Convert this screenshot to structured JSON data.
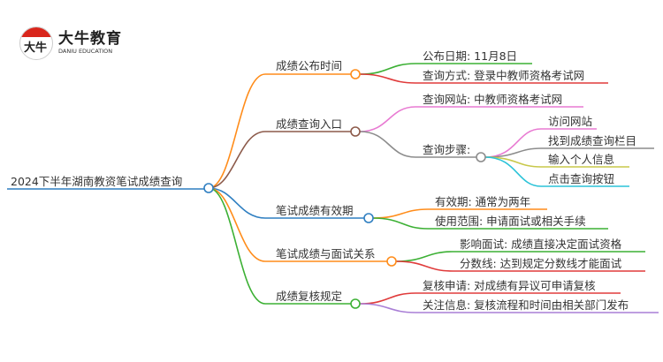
{
  "logo": {
    "glyph": "大牛",
    "name_cn": "大牛教育",
    "name_en": "DANIU EDUCATION"
  },
  "root": {
    "label": "2024下半年湖南教资笔试成绩查询",
    "color": "#2f7fc1"
  },
  "branches": [
    {
      "label": "成绩公布时间",
      "color": "#ff8c1a",
      "children": [
        {
          "label": "公布日期: 11月8日",
          "color": "#3cb034"
        },
        {
          "label": "查询方式: 登录中教师资格考试网",
          "color": "#e03b3b"
        }
      ]
    },
    {
      "label": "成绩查询入口",
      "color": "#8c5a4a",
      "children": [
        {
          "label": "查询网站: 中教师资格考试网",
          "color": "#e87ad2"
        },
        {
          "label": "查询步骤:",
          "color": "#8c8c8c",
          "children": [
            {
              "label": "访问网站",
              "color": "#e87ad2"
            },
            {
              "label": "找到成绩查询栏目",
              "color": "#8c8c8c"
            },
            {
              "label": "输入个人信息",
              "color": "#c8c84a"
            },
            {
              "label": "点击查询按钮",
              "color": "#2bc3d8"
            }
          ]
        }
      ]
    },
    {
      "label": "笔试成绩有效期",
      "color": "#2f7fc1",
      "children": [
        {
          "label": "有效期: 通常为两年",
          "color": "#ff8c1a"
        },
        {
          "label": "使用范围: 申请面试或相关手续",
          "color": "#3cb034"
        }
      ]
    },
    {
      "label": "笔试成绩与面试关系",
      "color": "#ff8c1a",
      "children": [
        {
          "label": "影响面试: 成绩直接决定面试资格",
          "color": "#3cb034"
        },
        {
          "label": "分数线: 达到规定分数线才能面试",
          "color": "#e03b3b"
        }
      ]
    },
    {
      "label": "成绩复核规定",
      "color": "#3cb034",
      "children": [
        {
          "label": "复核申请: 对成绩有异议可申请复核",
          "color": "#e03b3b"
        },
        {
          "label": "关注信息: 复核流程和时间由相关部门发布",
          "color": "#a97fd6"
        }
      ]
    }
  ]
}
